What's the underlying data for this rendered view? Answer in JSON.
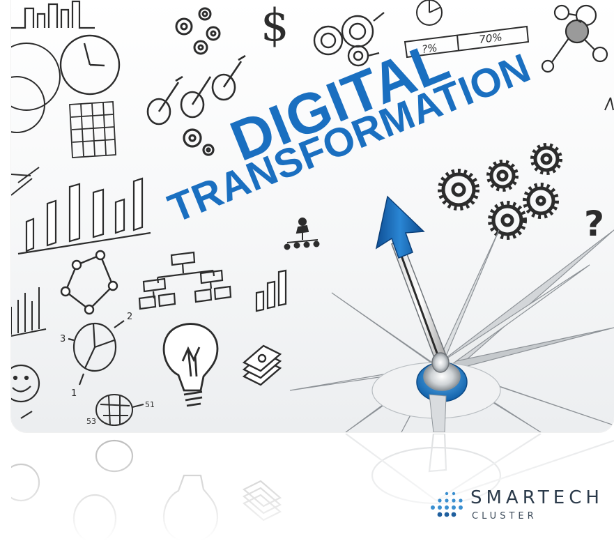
{
  "image": {
    "headline_line1": "DIGITAL",
    "headline_line2": "TRANSFORMATION",
    "chart_labels": [
      "?%",
      "70%"
    ],
    "pie_labels": [
      "3",
      "2",
      "1",
      "51",
      "53"
    ]
  },
  "logo": {
    "name": "SMARTECH",
    "sub": "CLUSTER"
  },
  "colors": {
    "headline_blue": "#1a6fc0",
    "ink": "#2c2c2c",
    "logo_text": "#2b3a4a",
    "logo_dot": "#3a8fd0",
    "compass_blue": "#2a86d4"
  }
}
